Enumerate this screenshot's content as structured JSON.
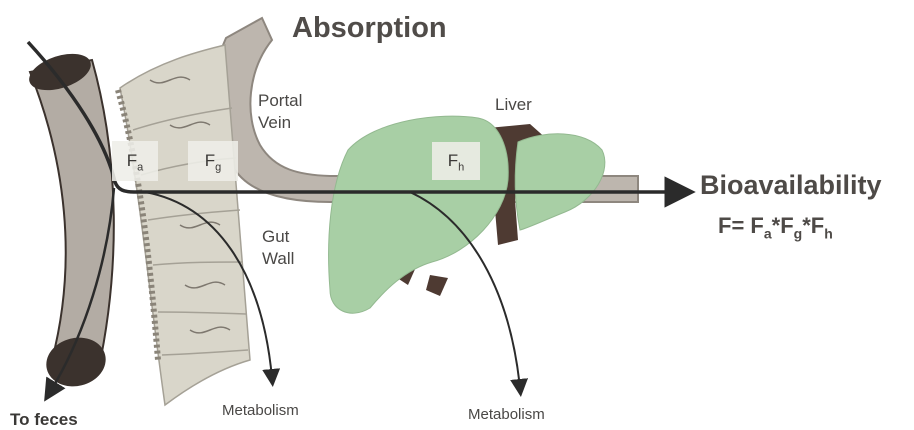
{
  "title": "Absorption",
  "labels": {
    "portal_vein_line1": "Portal",
    "portal_vein_line2": "Vein",
    "gut_wall_line1": "Gut",
    "gut_wall_line2": "Wall",
    "liver": "Liver",
    "bioavailability": "Bioavailability",
    "metabolism_gut": "Metabolism",
    "metabolism_liver": "Metabolism",
    "to_feces": "To feces"
  },
  "fractions": {
    "fa": {
      "base": "F",
      "sub": "a"
    },
    "fg": {
      "base": "F",
      "sub": "g"
    },
    "fh": {
      "base": "F",
      "sub": "h"
    }
  },
  "formula": {
    "prefix": "F= ",
    "t1": "F",
    "s1": "a",
    "op1": "*",
    "t2": "F",
    "s2": "g",
    "op2": "*",
    "t3": "F",
    "s3": "h"
  },
  "colors": {
    "intestine": "#b3aca4",
    "intestine_dark": "#3b322d",
    "gut_wall": "#d9d6ca",
    "liver": "#a8cfa5",
    "liver_dark": "#4e3a32",
    "arrow": "#2b2b2b"
  }
}
